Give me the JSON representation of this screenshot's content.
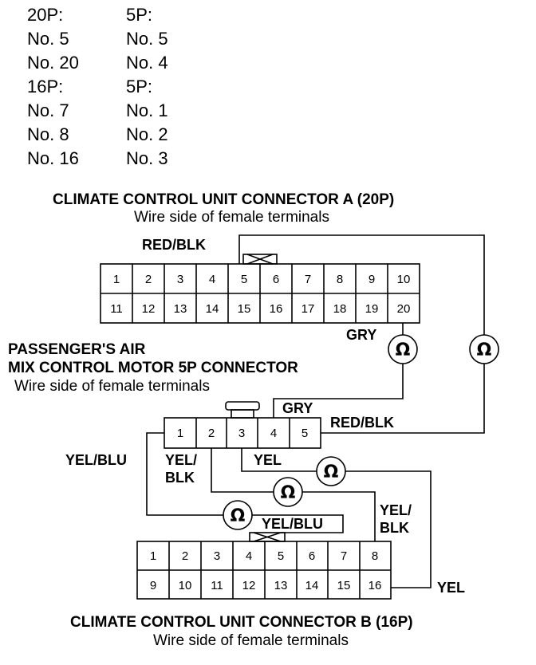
{
  "pin_table": {
    "left": [
      "20P:",
      "No. 5",
      "No. 20",
      "16P:",
      "No. 7",
      "No. 8",
      "No. 16"
    ],
    "right": [
      "5P:",
      "No. 5",
      "No. 4",
      "5P:",
      "No. 1",
      "No. 2",
      "No. 3"
    ]
  },
  "connector_a": {
    "title": "CLIMATE CONTROL UNIT CONNECTOR A (20P)",
    "subtitle": "Wire side of female terminals",
    "top_row": [
      "1",
      "2",
      "3",
      "4",
      "5",
      "6",
      "7",
      "8",
      "9",
      "10"
    ],
    "bottom_row": [
      "11",
      "12",
      "13",
      "14",
      "15",
      "16",
      "17",
      "18",
      "19",
      "20"
    ]
  },
  "motor_connector": {
    "title_line1": "PASSENGER'S AIR",
    "title_line2": "MIX CONTROL MOTOR 5P CONNECTOR",
    "subtitle": "Wire side of female terminals",
    "pins": [
      "1",
      "2",
      "3",
      "4",
      "5"
    ]
  },
  "connector_b": {
    "title": "CLIMATE CONTROL UNIT CONNECTOR B (16P)",
    "subtitle": "Wire side of female terminals",
    "top_row": [
      "1",
      "2",
      "3",
      "4",
      "5",
      "6",
      "7",
      "8"
    ],
    "bottom_row": [
      "9",
      "10",
      "11",
      "12",
      "13",
      "14",
      "15",
      "16"
    ]
  },
  "wire_labels": {
    "red_blk_a": "RED/BLK",
    "gry_a": "GRY",
    "gry_motor": "GRY",
    "red_blk_motor": "RED/BLK",
    "yel_blu_left": "YEL/BLU",
    "yel_blk_left_1": "YEL/",
    "yel_blk_left_2": "BLK",
    "yel_mid": "YEL",
    "yel_blu_b": "YEL/BLU",
    "yel_blk_right_1": "YEL/",
    "yel_blk_right_2": "BLK",
    "yel_b": "YEL"
  },
  "ohmmeter_symbol": "Ω"
}
